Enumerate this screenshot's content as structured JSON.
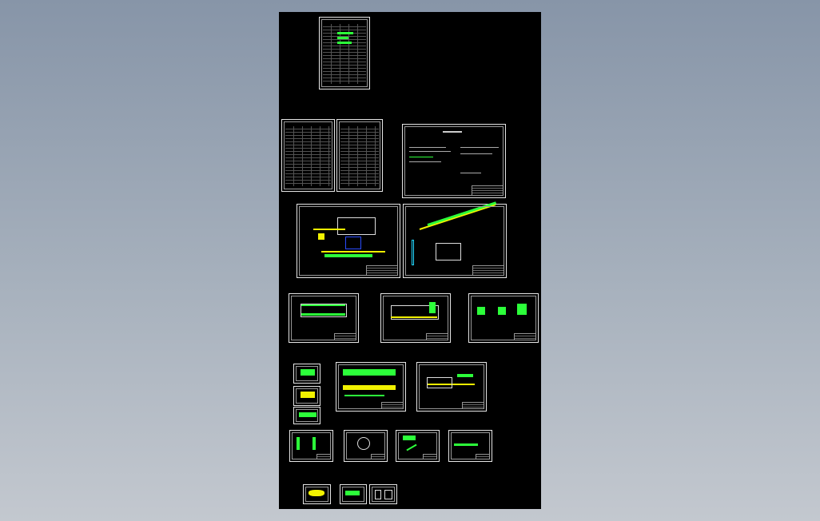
{
  "colors": {
    "background_top": "#8795a8",
    "background_bottom": "#c3c8cf",
    "model_space": "#000000",
    "frame": "#e6e6e6",
    "green": "#2cff3a",
    "yellow": "#f2f200",
    "cyan": "#22d6ff",
    "blue": "#2a4cff"
  },
  "sheets": [
    {
      "name": "drawing-list-sheet"
    },
    {
      "name": "material-table-1"
    },
    {
      "name": "material-table-2"
    },
    {
      "name": "design-notes-sheet"
    },
    {
      "name": "pump-station-section"
    },
    {
      "name": "site-plan-sheet"
    },
    {
      "name": "tank-plan-1"
    },
    {
      "name": "tank-plan-2"
    },
    {
      "name": "tank-details"
    },
    {
      "name": "small-detail-1"
    },
    {
      "name": "small-detail-2"
    },
    {
      "name": "small-detail-3"
    },
    {
      "name": "structure-plan-sheet"
    },
    {
      "name": "structure-section-sheet"
    },
    {
      "name": "pipe-detail-1"
    },
    {
      "name": "pipe-detail-2"
    },
    {
      "name": "pipe-detail-3"
    },
    {
      "name": "pipe-detail-4"
    },
    {
      "name": "fitting-detail-1"
    },
    {
      "name": "fitting-detail-2"
    },
    {
      "name": "fitting-detail-3"
    }
  ]
}
